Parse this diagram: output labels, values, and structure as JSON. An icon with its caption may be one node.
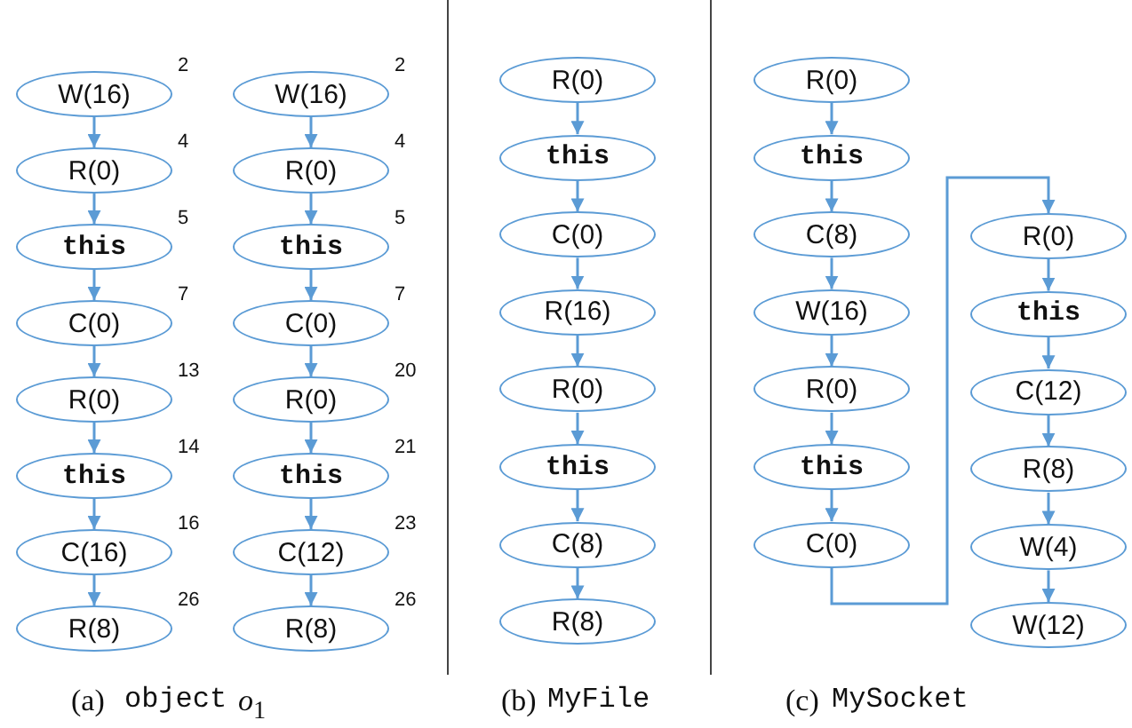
{
  "diagram": {
    "nodes": [
      {
        "text": [
          "W(16)"
        ],
        "beside": [
          "2"
        ]
      },
      {
        "text": [
          "R(0)"
        ],
        "beside": [
          "4"
        ]
      },
      {
        "text": [
          "this"
        ],
        "beside": [
          "5"
        ]
      },
      {
        "text": [
          "C(0)"
        ],
        "beside": [
          "7"
        ]
      },
      {
        "text": [
          "R(0)"
        ],
        "beside": [
          "13"
        ]
      },
      {
        "text": [
          "this"
        ],
        "beside": [
          "14"
        ]
      },
      {
        "text": [
          "C(16)"
        ],
        "beside": [
          "16"
        ]
      },
      {
        "text": [
          "R(8)"
        ],
        "beside": [
          "26"
        ]
      },
      {
        "text": [
          "W(16)"
        ],
        "beside": [
          "2"
        ]
      },
      {
        "text": [
          "R(0)"
        ],
        "beside": [
          "4"
        ]
      },
      {
        "text": [
          "this"
        ],
        "beside": [
          "5"
        ]
      },
      {
        "text": [
          "C(0)"
        ],
        "beside": [
          "7"
        ]
      },
      {
        "text": [
          "R(0)"
        ],
        "beside": [
          "20"
        ]
      },
      {
        "text": [
          "this"
        ],
        "beside": [
          "21"
        ]
      },
      {
        "text": [
          "C(12)"
        ],
        "beside": [
          "23"
        ]
      },
      {
        "text": [
          "R(8)"
        ],
        "beside": [
          "26"
        ]
      },
      {
        "text": [
          "R(0)"
        ]
      },
      {
        "text": [
          "this"
        ]
      },
      {
        "text": [
          "C(0)"
        ]
      },
      {
        "text": [
          "R(16)"
        ]
      },
      {
        "text": [
          "R(0)"
        ]
      },
      {
        "text": [
          "this"
        ]
      },
      {
        "text": [
          "C(8)"
        ]
      },
      {
        "text": [
          "R(8)"
        ]
      },
      {
        "text": [
          "R(0)"
        ]
      },
      {
        "text": [
          "this"
        ]
      },
      {
        "text": [
          "C(8)"
        ]
      },
      {
        "text": [
          "W(16)"
        ]
      },
      {
        "text": [
          "R(0)"
        ]
      },
      {
        "text": [
          "this"
        ]
      },
      {
        "text": [
          "C(0)"
        ]
      },
      {
        "text": [
          "R(0)"
        ]
      },
      {
        "text": [
          "this"
        ]
      },
      {
        "text": [
          "C(12)"
        ]
      },
      {
        "text": [
          "R(8)"
        ]
      },
      {
        "text": [
          "W(4)"
        ]
      },
      {
        "text": [
          "W(12)"
        ]
      }
    ],
    "edges": [
      {
        "from": 0,
        "to": 1,
        "arrow": "to"
      },
      {
        "from": 1,
        "to": 2,
        "arrow": "to"
      },
      {
        "from": 2,
        "to": 3,
        "arrow": "to"
      },
      {
        "from": 3,
        "to": 4,
        "arrow": "to"
      },
      {
        "from": 4,
        "to": 5,
        "arrow": "to"
      },
      {
        "from": 5,
        "to": 6,
        "arrow": "to"
      },
      {
        "from": 6,
        "to": 7,
        "arrow": "to"
      },
      {
        "from": 8,
        "to": 9,
        "arrow": "to"
      },
      {
        "from": 9,
        "to": 10,
        "arrow": "to"
      },
      {
        "from": 10,
        "to": 11,
        "arrow": "to"
      },
      {
        "from": 11,
        "to": 12,
        "arrow": "to"
      },
      {
        "from": 12,
        "to": 13,
        "arrow": "to"
      },
      {
        "from": 13,
        "to": 14,
        "arrow": "to"
      },
      {
        "from": 14,
        "to": 15,
        "arrow": "to"
      },
      {
        "from": 16,
        "to": 17,
        "arrow": "to"
      },
      {
        "from": 17,
        "to": 18,
        "arrow": "to"
      },
      {
        "from": 18,
        "to": 19,
        "arrow": "to"
      },
      {
        "from": 19,
        "to": 20,
        "arrow": "to"
      },
      {
        "from": 20,
        "to": 21,
        "arrow": "to"
      },
      {
        "from": 21,
        "to": 22,
        "arrow": "to"
      },
      {
        "from": 22,
        "to": 23,
        "arrow": "to"
      },
      {
        "from": 24,
        "to": 25,
        "arrow": "to"
      },
      {
        "from": 25,
        "to": 26,
        "arrow": "to"
      },
      {
        "from": 26,
        "to": 27,
        "arrow": "to"
      },
      {
        "from": 27,
        "to": 28,
        "arrow": "to"
      },
      {
        "from": 28,
        "to": 29,
        "arrow": "to"
      },
      {
        "from": 29,
        "to": 30,
        "arrow": "to"
      },
      {
        "from": 30,
        "to": 31,
        "arrow": "to"
      },
      {
        "from": 31,
        "to": 32,
        "arrow": "to"
      },
      {
        "from": 32,
        "to": 33,
        "arrow": "to"
      },
      {
        "from": 33,
        "to": 34,
        "arrow": "to"
      },
      {
        "from": 34,
        "to": 35,
        "arrow": "to"
      },
      {
        "from": 35,
        "to": 36,
        "arrow": "to"
      }
    ],
    "labels": [
      "(a)",
      "object",
      "*o*$_{1}$",
      "(b)",
      "MyFile",
      "(c)",
      "MySocket"
    ]
  }
}
